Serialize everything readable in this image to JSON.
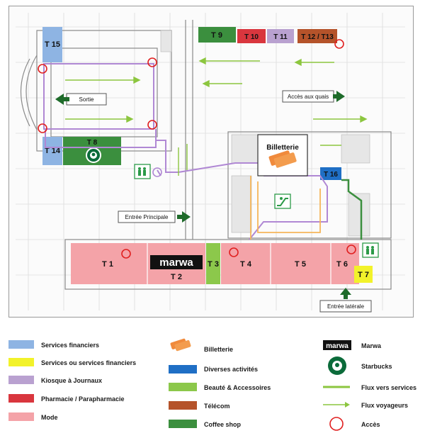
{
  "tiles": {
    "t1": "T 1",
    "t2": "T 2",
    "t3": "T 3",
    "t4": "T 4",
    "t5": "T 5",
    "t6": "T 6",
    "t7": "T 7",
    "t8": "T 8",
    "t9": "T 9",
    "t10": "T 10",
    "t11": "T 11",
    "t12": "T 12 / T13",
    "t14": "T 14",
    "t15": "T 15",
    "t16": "T 16"
  },
  "signs": {
    "sortie": "Sortie",
    "acces_quais": "Accès aux quais",
    "entree_principale": "Entrée Principale",
    "entree_laterale": "Entrée latérale",
    "billetterie": "Billetterie"
  },
  "brands": {
    "marwa": "marwa"
  },
  "colors": {
    "financial": "#8eb4e3",
    "services_or_financial": "#f2f22a",
    "kiosk": "#b9a1d0",
    "pharmacy": "#d9363e",
    "mode": "#f4a3a8",
    "various": "#1f6fc5",
    "beauty": "#8cc84b",
    "telecom": "#b5532a",
    "coffee": "#3b8f3e",
    "flow_services": "#8cc63f",
    "flow_travelers": "#b088d4",
    "access": "#e02020",
    "ticket": "#f08a3c"
  },
  "legend": {
    "col1": [
      "Services financiers",
      "Services ou services financiers",
      "Kiosque à Journaux",
      "Pharmacie / Parapharmacie",
      "Mode"
    ],
    "col2": [
      "Billetterie",
      "Diverses activités",
      "Beauté & Accessoires",
      "Télécom",
      "Coffee shop"
    ],
    "col3": [
      "Marwa",
      "Starbucks",
      "Flux vers services",
      "Flux voyageurs",
      "Accès"
    ]
  },
  "icons": [
    "ticket-icon",
    "starbucks-logo-icon",
    "marwa-logo-icon",
    "elevator-icon",
    "escalator-icon",
    "exit-arrow-icon"
  ]
}
